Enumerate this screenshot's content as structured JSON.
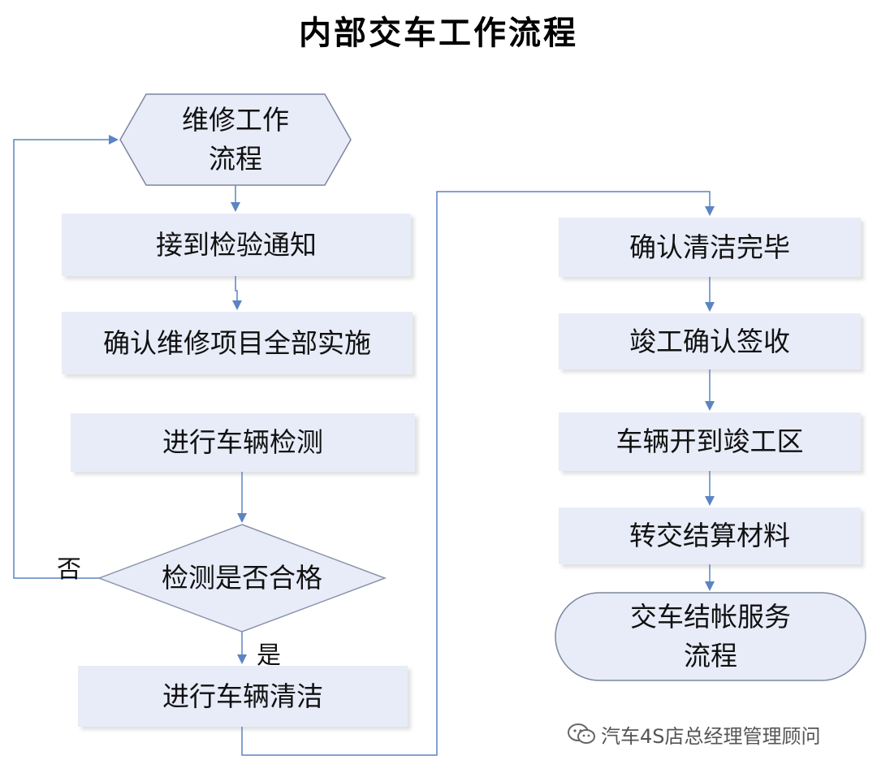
{
  "title": "内部交车工作流程",
  "nodes": {
    "start": "维修工作\n流程",
    "receive_notice": "接到检验通知",
    "confirm_repairs": "确认维修项目全部实施",
    "vehicle_inspection": "进行车辆检测",
    "decision_pass": "检测是否合格",
    "vehicle_cleaning": "进行车辆清洁",
    "confirm_cleaning": "确认清洁完毕",
    "completion_signoff": "竣工确认签收",
    "drive_to_area": "车辆开到竣工区",
    "hand_over_materials": "转交结算材料",
    "end": "交车结帐服务\n流程"
  },
  "edge_labels": {
    "no": "否",
    "yes": "是"
  },
  "watermark": {
    "text": "汽车4S店总经理管理顾问",
    "icon": "wechat-icon"
  },
  "colors": {
    "node_fill": "#e8ecf8",
    "node_border": "#9aa2b8",
    "edge": "#5b84c2"
  }
}
